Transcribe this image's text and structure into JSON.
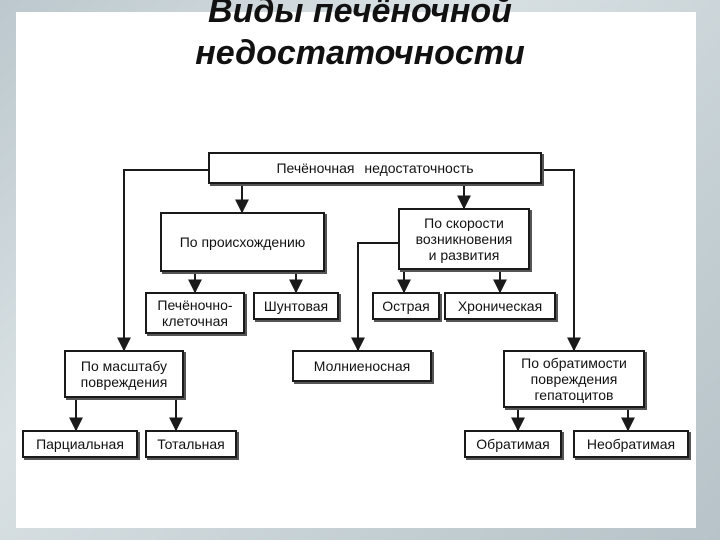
{
  "title": {
    "line1": "Виды печёночной",
    "line2": "недостаточности"
  },
  "nodes": {
    "root": "Печёночная недостаточность",
    "origin": "По происхождению",
    "speed": "По скорости\nвозникновения\nи развития",
    "hepatocellular": "Печёночно-\nклеточная",
    "shunt": "Шунтовая",
    "acute": "Острая",
    "chronic": "Хроническая",
    "fulminant": "Молниеносная",
    "scale": "По масштабу\nповреждения",
    "reversibility": "По обратимости\nповреждения\nгепатоцитов",
    "partial": "Парциальная",
    "total": "Тотальная",
    "reversible": "Обратимая",
    "irreversible": "Необратимая"
  },
  "colors": {
    "line": "#1a1a1a",
    "box_border": "#1a1a1a",
    "slide_bg": "#ffffff"
  }
}
